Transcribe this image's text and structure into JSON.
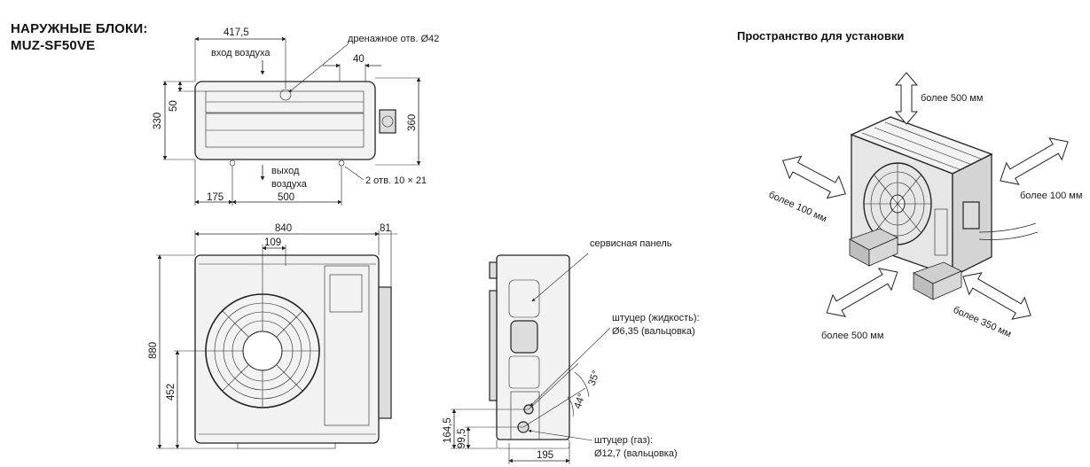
{
  "header": {
    "title_line1": "НАРУЖНЫЕ БЛОКИ:",
    "title_line2": "MUZ-SF50VE",
    "install_heading": "Пространство для установки"
  },
  "top_view": {
    "width_417": "417,5",
    "air_in": "вход воздуха",
    "drain_hole": "дренажное  отв. Ø42",
    "dim_40": "40",
    "dim_330": "330",
    "dim_50": "50",
    "dim_360": "360",
    "air_out_1": "выход",
    "air_out_2": "воздуха",
    "holes": "2 отв. 10 × 21",
    "dim_175": "175",
    "dim_500": "500"
  },
  "front_view": {
    "dim_840": "840",
    "dim_81": "81",
    "dim_109": "109",
    "dim_880": "880",
    "dim_452": "452"
  },
  "side_view": {
    "service_panel": "сервисная панель",
    "liquid_1": "штуцер (жидкость):",
    "liquid_2": "Ø6,35 (вальцовка)",
    "angle_35": "35°",
    "angle_44": "44°",
    "dim_164": "164,5",
    "dim_99": "99,5",
    "dim_195": "195",
    "gas_1": "штуцер (газ):",
    "gas_2": "Ø12,7 (вальцовка)"
  },
  "clearance": {
    "top": "более 500 мм",
    "left": "более 100 мм",
    "right": "более 100 мм",
    "front": "более 500 мм",
    "back": "более 350 мм"
  }
}
